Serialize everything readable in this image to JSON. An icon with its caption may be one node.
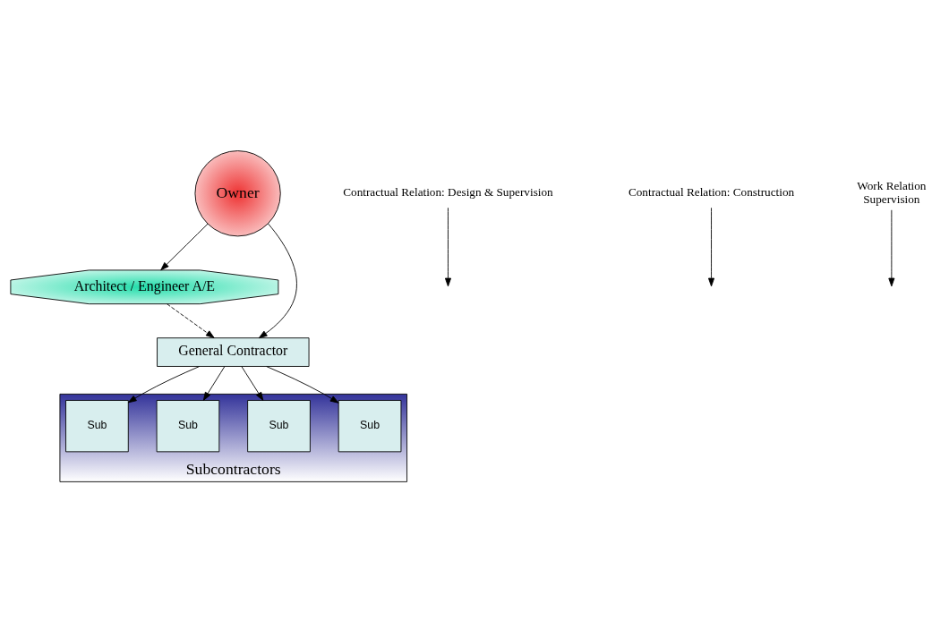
{
  "diagram": {
    "nodes": [
      {
        "text": [
          "Owner"
        ]
      },
      {
        "text": [
          "Architect / Engineer A/E"
        ]
      },
      {
        "text": [
          "General Contractor"
        ]
      },
      {
        "text": [
          "Subcontractors"
        ]
      },
      {
        "text": [
          "Sub"
        ],
        "in": 3
      },
      {
        "text": [
          "Sub"
        ],
        "in": 3
      },
      {
        "text": [
          "Sub"
        ],
        "in": 3
      },
      {
        "text": [
          "Sub"
        ],
        "in": 3
      },
      {
        "text": [
          "Contractual Relation: Design & Supervision"
        ]
      },
      {
        "text": [
          "Contractual Relation: Construction"
        ]
      },
      {
        "text": [
          "Work Relation",
          "Supervision"
        ]
      }
    ],
    "edges": [
      {
        "from": 0,
        "to": 1,
        "arrow": "to"
      },
      {
        "from": 0,
        "to": 2,
        "arrow": "to"
      },
      {
        "from": 1,
        "to": 2,
        "arrow": "to",
        "style": "dashed"
      },
      {
        "from": 2,
        "to": 4,
        "arrow": "to"
      },
      {
        "from": 2,
        "to": 5,
        "arrow": "to"
      },
      {
        "from": 2,
        "to": 6,
        "arrow": "to"
      },
      {
        "from": 2,
        "to": 7,
        "arrow": "to"
      },
      {
        "from": 8,
        "to": null,
        "arrow": "to"
      },
      {
        "from": 9,
        "to": null,
        "arrow": "to"
      },
      {
        "from": 10,
        "to": null,
        "arrow": "to"
      }
    ]
  }
}
